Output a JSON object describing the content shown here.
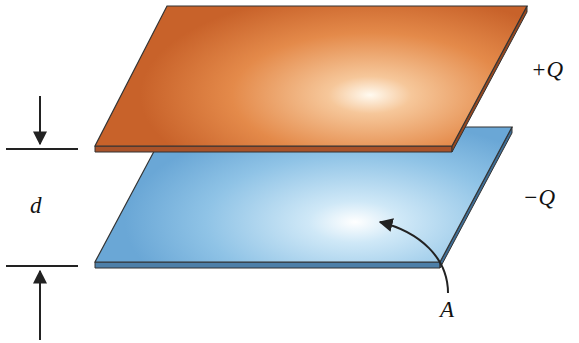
{
  "diagram": {
    "labels": [
      "+Q",
      "−Q",
      "d",
      "A"
    ]
  }
}
